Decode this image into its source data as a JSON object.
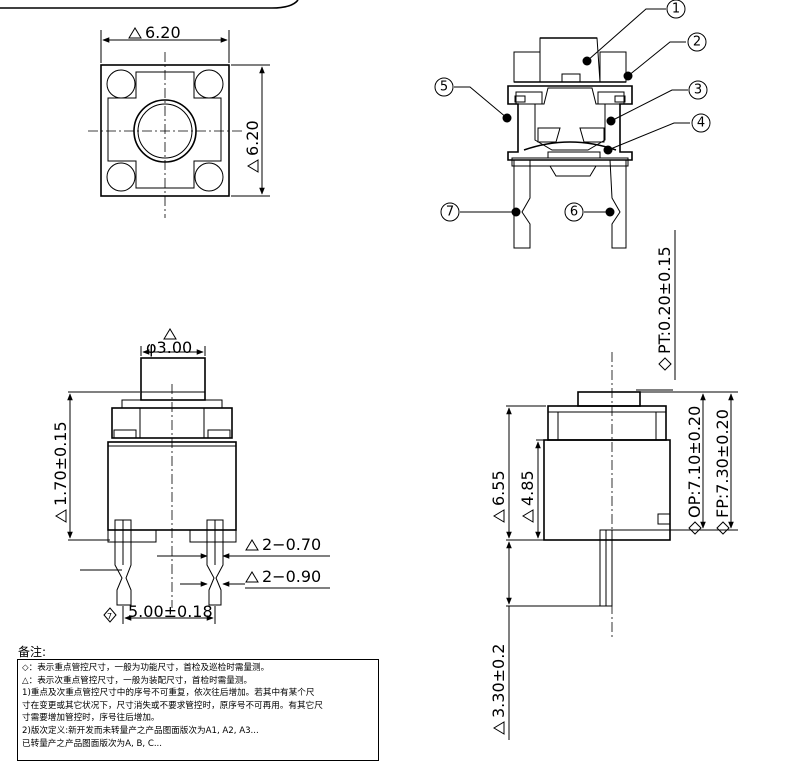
{
  "top_view": {
    "width_label": "6.20",
    "height_label": "6.20"
  },
  "section_view": {
    "callouts": [
      "1",
      "2",
      "3",
      "4",
      "5",
      "6",
      "7"
    ]
  },
  "front_view": {
    "dia_label": "φ3.00",
    "height_label": "1.70±0.15",
    "pin_width_label": "2−0.70",
    "pin_thick_label": "2−0.90",
    "pitch_label": "5.00±0.18"
  },
  "side_view": {
    "pt_label": "PT:0.20±0.15",
    "h1_label": "6.55",
    "h2_label": "4.85",
    "op_label": "OP:7.10±0.20",
    "fp_label": "FP:7.30±0.20",
    "pin_len_label": "3.30±0.2"
  },
  "notes": {
    "title": "备注:",
    "lines": [
      "◇：表示重点管控尺寸，一般为功能尺寸，首检及巡检时需量测。",
      "△：表示次重点管控尺寸，一般为装配尺寸，首检时需量测。",
      "1)重点及次重点管控尺寸中的序号不可重复，依次往后增加。若其中有某个尺",
      "寸在变更或其它状况下，尺寸消失或不要求管控时，原序号不可再用。有其它尺",
      "寸需要增加管控时，序号往后增加。",
      "2)版次定义:新开发而未转量产之产品图面版次为A1, A2, A3...",
      "已转量产之产品图面版次为A, B, C..."
    ]
  }
}
